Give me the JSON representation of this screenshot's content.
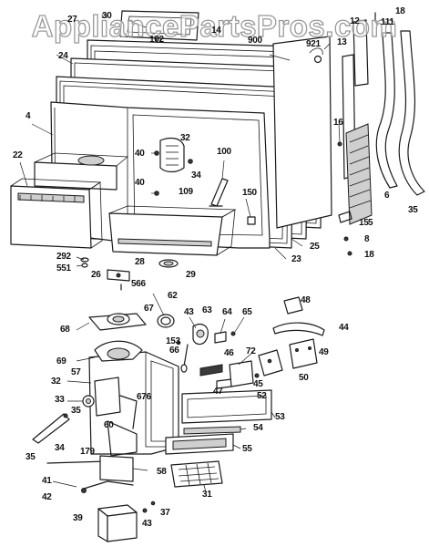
{
  "watermark": "AppliancePartsPros.com",
  "callouts": [
    {
      "id": "c27",
      "text": "27"
    },
    {
      "id": "c30",
      "text": "30"
    },
    {
      "id": "c102",
      "text": "102"
    },
    {
      "id": "c14",
      "text": "14"
    },
    {
      "id": "c900",
      "text": "900"
    },
    {
      "id": "c18a",
      "text": "18"
    },
    {
      "id": "c12",
      "text": "12"
    },
    {
      "id": "c111",
      "text": "111"
    },
    {
      "id": "c24",
      "text": "24"
    },
    {
      "id": "c921",
      "text": "921"
    },
    {
      "id": "c13",
      "text": "13"
    },
    {
      "id": "c4",
      "text": "4"
    },
    {
      "id": "c32a",
      "text": "32"
    },
    {
      "id": "c100",
      "text": "100"
    },
    {
      "id": "c40a",
      "text": "40"
    },
    {
      "id": "c34a",
      "text": "34"
    },
    {
      "id": "c16",
      "text": "16"
    },
    {
      "id": "c22",
      "text": "22"
    },
    {
      "id": "c40b",
      "text": "40"
    },
    {
      "id": "c109",
      "text": "109"
    },
    {
      "id": "c150",
      "text": "150"
    },
    {
      "id": "c6",
      "text": "6"
    },
    {
      "id": "c35a",
      "text": "35"
    },
    {
      "id": "c5",
      "text": "5"
    },
    {
      "id": "c15",
      "text": "15"
    },
    {
      "id": "c25",
      "text": "25"
    },
    {
      "id": "c8",
      "text": "8"
    },
    {
      "id": "c23",
      "text": "23"
    },
    {
      "id": "c18b",
      "text": "18"
    },
    {
      "id": "c292",
      "text": "292"
    },
    {
      "id": "c28",
      "text": "28"
    },
    {
      "id": "c551",
      "text": "551"
    },
    {
      "id": "c29",
      "text": "29"
    },
    {
      "id": "c26",
      "text": "26"
    },
    {
      "id": "c566",
      "text": "566"
    },
    {
      "id": "c62",
      "text": "62"
    },
    {
      "id": "c48",
      "text": "48"
    },
    {
      "id": "c67",
      "text": "67"
    },
    {
      "id": "c43a",
      "text": "43"
    },
    {
      "id": "c63",
      "text": "63"
    },
    {
      "id": "c64",
      "text": "64"
    },
    {
      "id": "c65",
      "text": "65"
    },
    {
      "id": "c68",
      "text": "68"
    },
    {
      "id": "c44",
      "text": "44"
    },
    {
      "id": "c153",
      "text": "153"
    },
    {
      "id": "c66",
      "text": "66"
    },
    {
      "id": "c46",
      "text": "46"
    },
    {
      "id": "c49",
      "text": "49"
    },
    {
      "id": "c69",
      "text": "69"
    },
    {
      "id": "c57",
      "text": "57"
    },
    {
      "id": "c72",
      "text": "72"
    },
    {
      "id": "c32b",
      "text": "32"
    },
    {
      "id": "c47",
      "text": "47"
    },
    {
      "id": "c45",
      "text": "45"
    },
    {
      "id": "c50",
      "text": "50"
    },
    {
      "id": "c52",
      "text": "52"
    },
    {
      "id": "c33",
      "text": "33"
    },
    {
      "id": "c676",
      "text": "676"
    },
    {
      "id": "c53",
      "text": "53"
    },
    {
      "id": "c35b",
      "text": "35"
    },
    {
      "id": "c34b",
      "text": "34"
    },
    {
      "id": "c60",
      "text": "60"
    },
    {
      "id": "c54",
      "text": "54"
    },
    {
      "id": "c179",
      "text": "179"
    },
    {
      "id": "c55",
      "text": "55"
    },
    {
      "id": "c35c",
      "text": "35"
    },
    {
      "id": "c58",
      "text": "58"
    },
    {
      "id": "c31",
      "text": "31"
    },
    {
      "id": "c41",
      "text": "41"
    },
    {
      "id": "c42",
      "text": "42"
    },
    {
      "id": "c37",
      "text": "37"
    },
    {
      "id": "c39",
      "text": "39"
    },
    {
      "id": "c43b",
      "text": "43"
    }
  ]
}
